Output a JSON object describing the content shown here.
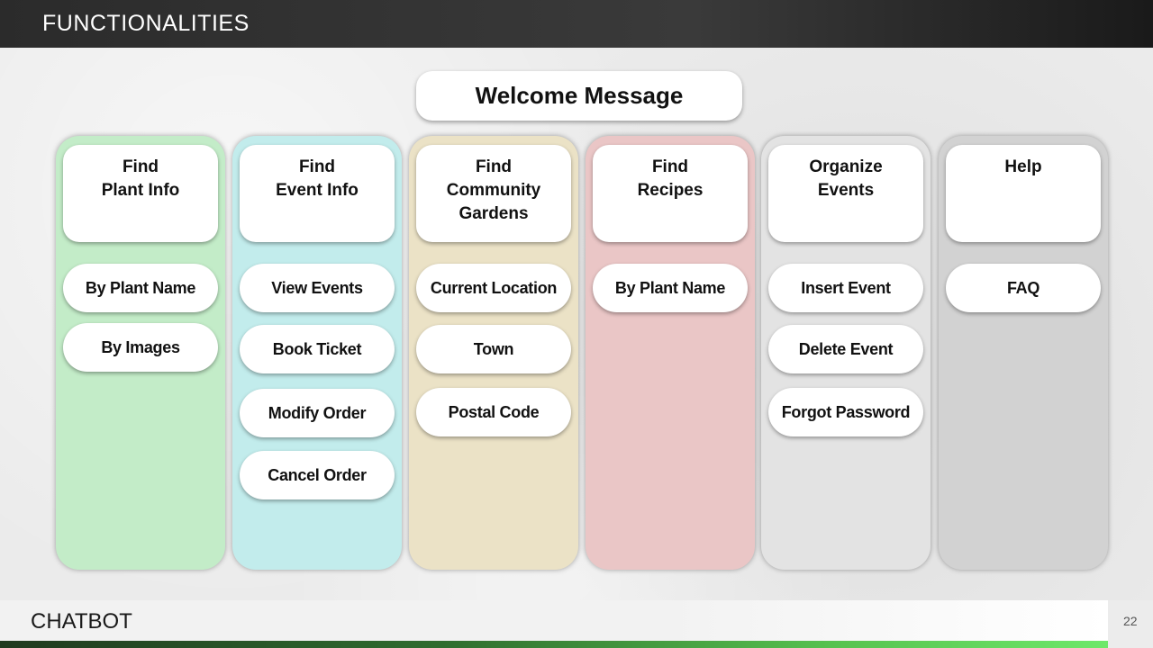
{
  "header": {
    "title": "FUNCTIONALITIES"
  },
  "welcome": {
    "label": "Welcome Message"
  },
  "columns": [
    {
      "title": "Find\nPlant Info",
      "color": "#c3ecc8",
      "items": [
        "By Plant Name",
        "By Images"
      ]
    },
    {
      "title": "Find\nEvent Info",
      "color": "#c2ecec",
      "items": [
        "View Events",
        "Book Ticket",
        "Modify Order",
        "Cancel Order"
      ]
    },
    {
      "title": "Find\nCommunity\nGardens",
      "color": "#ebe2c6",
      "items": [
        "Current Location",
        "Town",
        "Postal Code"
      ]
    },
    {
      "title": "Find\nRecipes",
      "color": "#eac6c6",
      "items": [
        "By Plant Name"
      ]
    },
    {
      "title": "Organize\nEvents",
      "color": "#e3e3e3",
      "items": [
        "Insert Event",
        "Delete Event",
        "Forgot Password"
      ]
    },
    {
      "title": "Help",
      "color": "#d2d2d2",
      "items": [
        "FAQ"
      ]
    }
  ],
  "footer": {
    "title": "CHATBOT",
    "page_number": "22"
  }
}
